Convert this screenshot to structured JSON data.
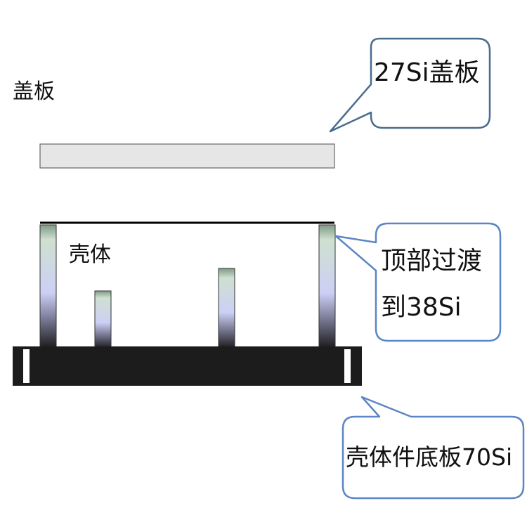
{
  "labels": {
    "cover_plate": "盖板",
    "housing": "壳体"
  },
  "callouts": {
    "cover_material": "27Si盖板",
    "top_transition_line1": "顶部过渡",
    "top_transition_line2": "到38Si",
    "base_material": "壳体件底板70Si"
  },
  "colors": {
    "callout_border": "#4a6c8f",
    "cover_fill": "#e6e6e6",
    "base_fill": "#1c1c1c"
  }
}
